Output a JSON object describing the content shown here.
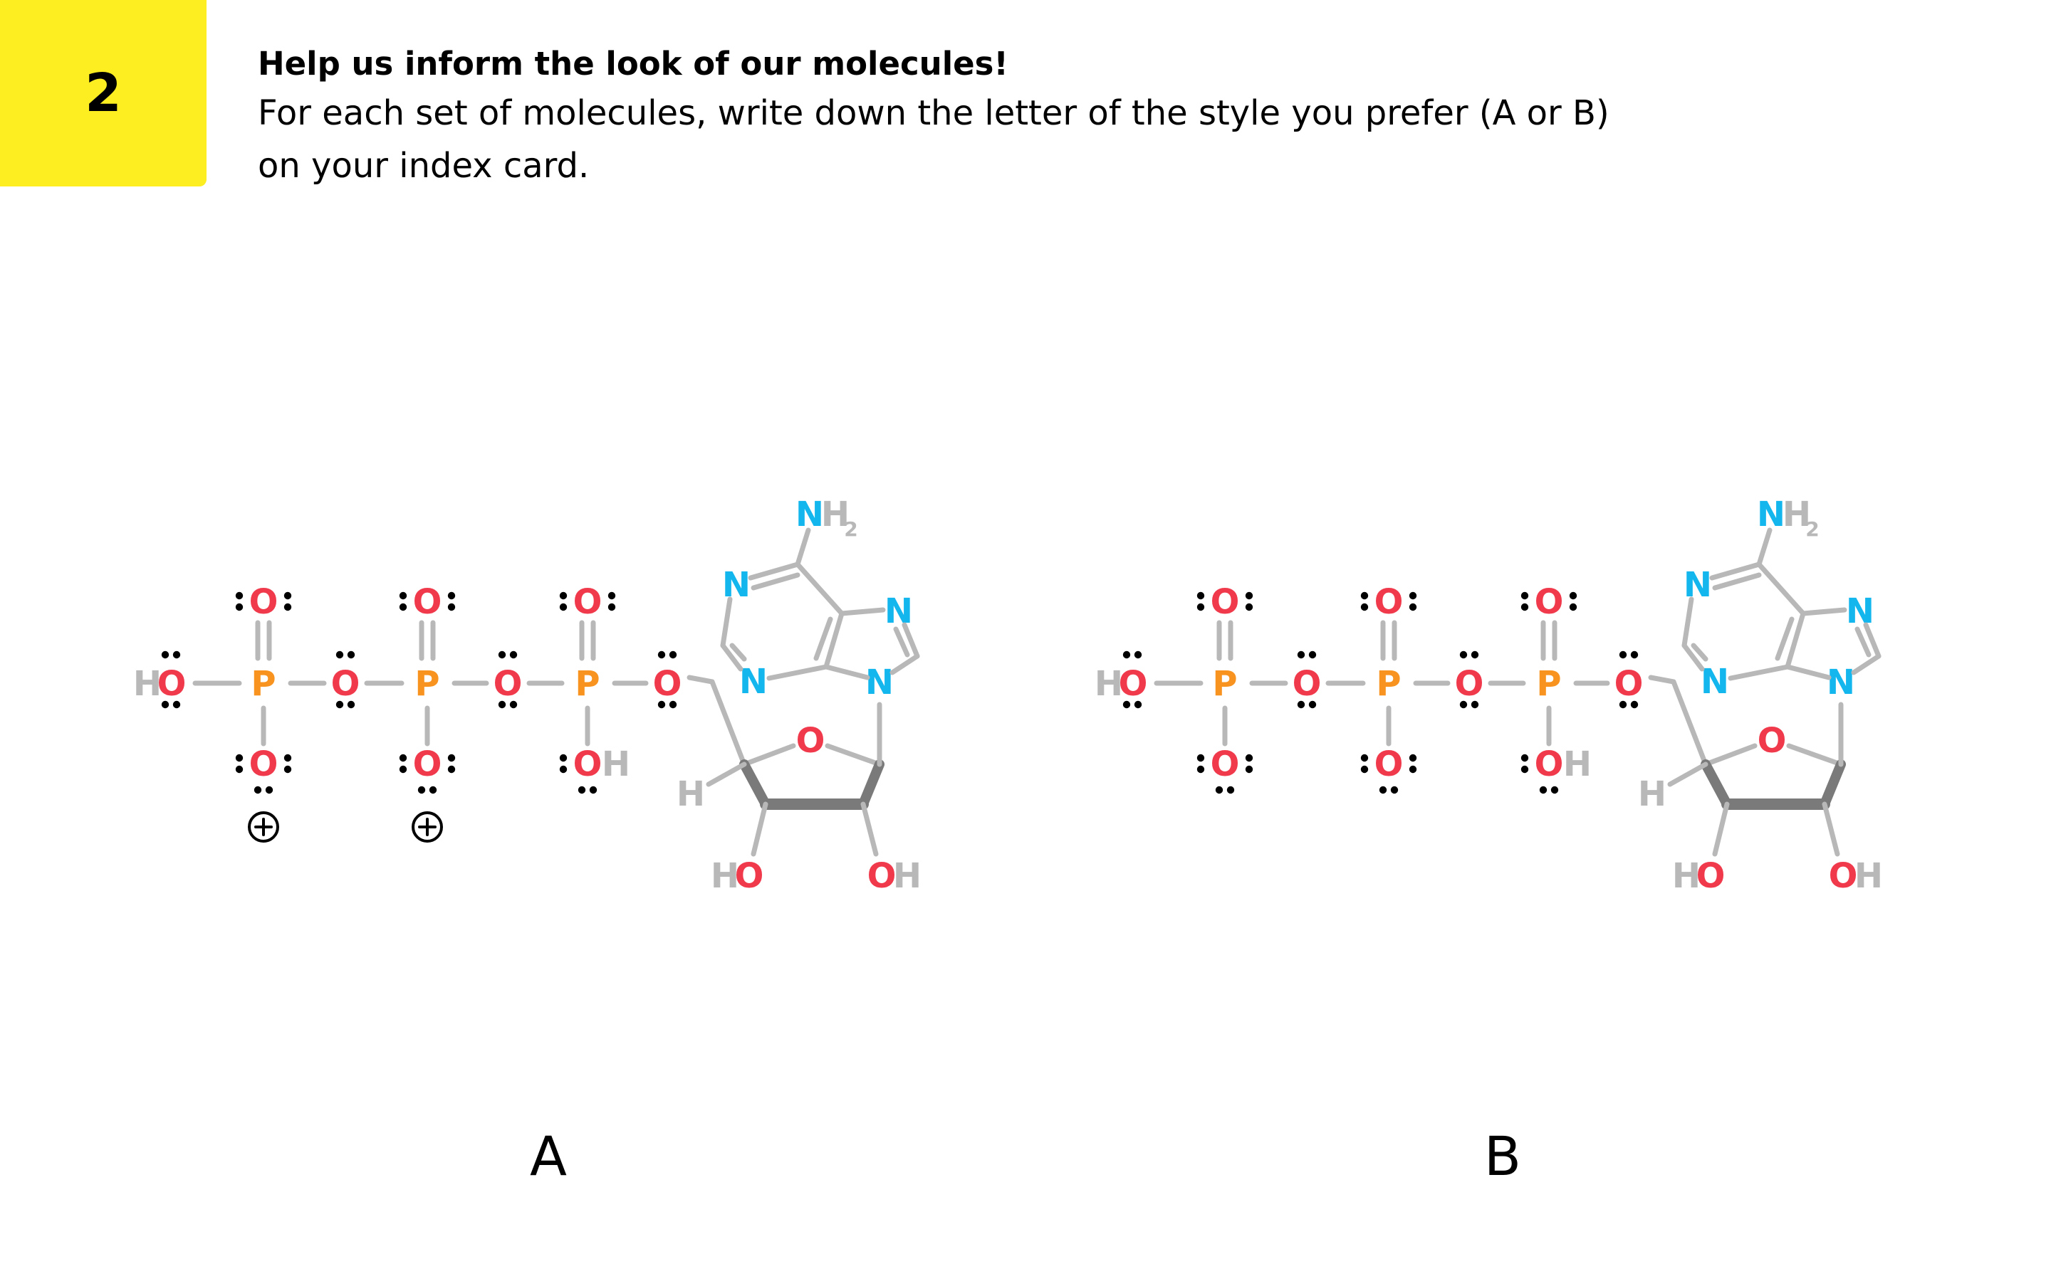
{
  "step_number": "2",
  "heading": "Help us inform the look of our molecules!",
  "instruction_line_1": "For each set of molecules, write down the letter of the style you prefer (A or B)",
  "instruction_line_2": "on your index card.",
  "options": [
    {
      "letter": "A",
      "formal_charge_symbols": true
    },
    {
      "letter": "B",
      "formal_charge_symbols": false
    }
  ],
  "atom_labels": {
    "oxygen": "O",
    "phosphorus": "P",
    "nitrogen": "N",
    "hydrogen": "H",
    "amine_n": "N",
    "amine_h": "H",
    "amine_sub": "2"
  },
  "colors": {
    "oxygen": "#f03a4c",
    "phosphorus": "#f7931e",
    "nitrogen": "#14b6ee",
    "hydrogen": "#b8b8b8",
    "bond": "#b8b8b8",
    "wedge": "#7a7a7a",
    "lone_pair": "#000000",
    "badge": "#fcee21"
  }
}
